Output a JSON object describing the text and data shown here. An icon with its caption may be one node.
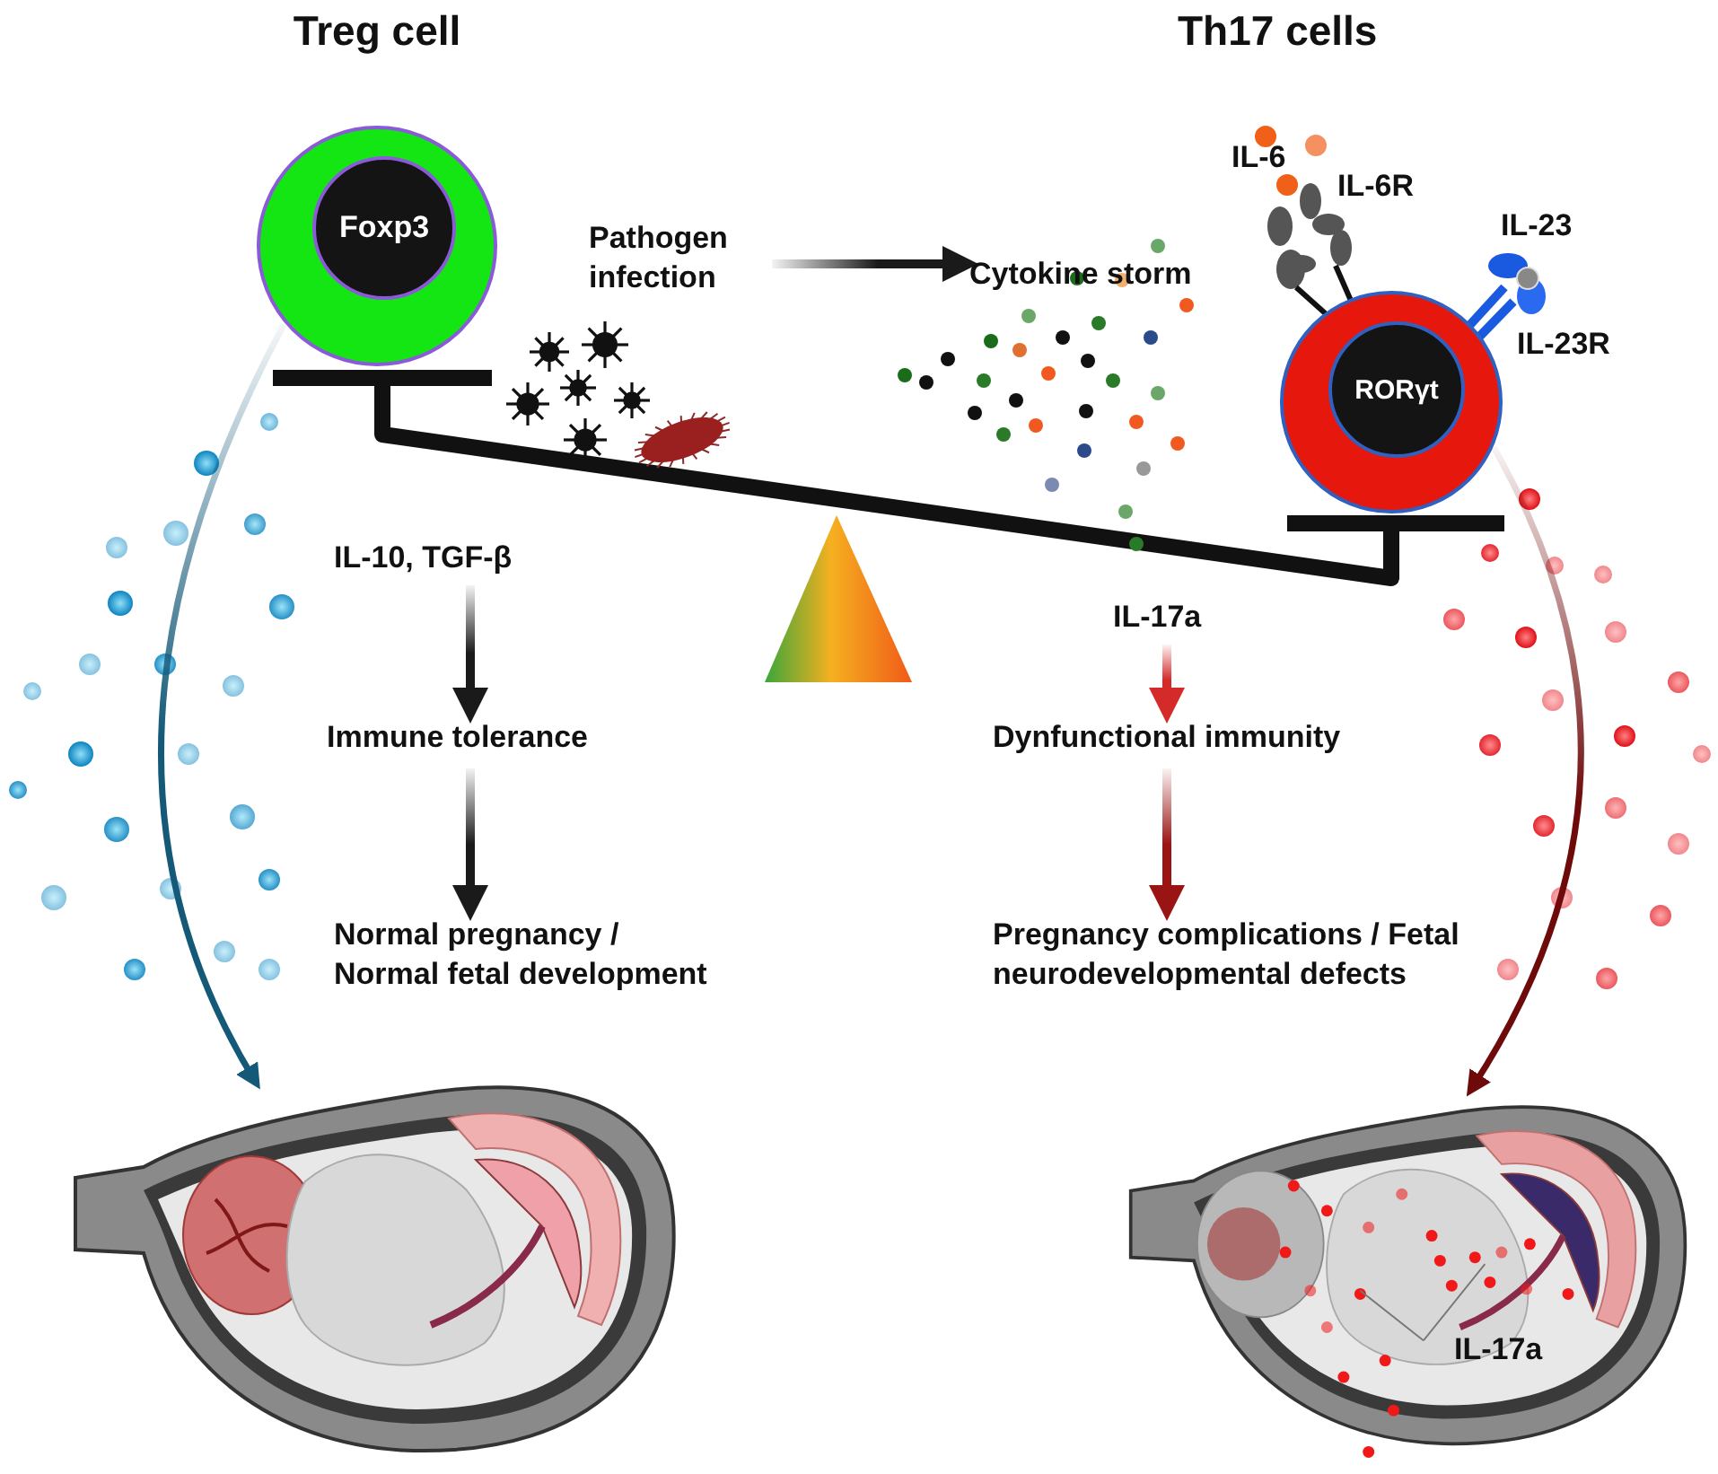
{
  "diagram": {
    "nodes": [
      {
        "text": [
          "Treg cell",
          "Foxp3"
        ]
      },
      {
        "text": [
          "RORγt"
        ]
      },
      {
        "text": [
          "Pathogen infection"
        ]
      },
      {
        "text": [
          "Cytokine storm"
        ]
      },
      {
        "text": [
          "IL-10, TGF-β"
        ]
      },
      {
        "text": [
          "Immune tolerance"
        ]
      },
      {
        "text": [
          "Normal pregnancy / Normal fetal development"
        ]
      },
      {
        "text": [
          "IL-17a"
        ]
      },
      {
        "text": [
          "Dynfunctional immunity"
        ]
      },
      {
        "text": [
          "Pregnancy complications / Fetal neurodevelopmental defects"
        ]
      },
      {
        "text": [],
        "shape": "picture"
      },
      {
        "text": [],
        "shape": "picture"
      }
    ],
    "edges": [
      {
        "from": 2,
        "to": 3,
        "arrow": "to"
      },
      {
        "from": 4,
        "to": 5,
        "arrow": "to"
      },
      {
        "from": 5,
        "to": 6,
        "arrow": "to"
      },
      {
        "from": 7,
        "to": 8,
        "arrow": "to",
        "color": "#d42a2a"
      },
      {
        "from": 8,
        "to": 9,
        "arrow": "to",
        "color": "#9b1414"
      },
      {
        "from": 0,
        "to": 10,
        "arrow": "to",
        "color": "#145a78"
      },
      {
        "from": 1,
        "to": 11,
        "arrow": "to",
        "color": "#6e0a0a"
      }
    ],
    "labels": [
      "Th17 cells",
      "IL-6",
      "IL-6R",
      "IL-23",
      "IL-23R",
      "IL-17a"
    ]
  }
}
